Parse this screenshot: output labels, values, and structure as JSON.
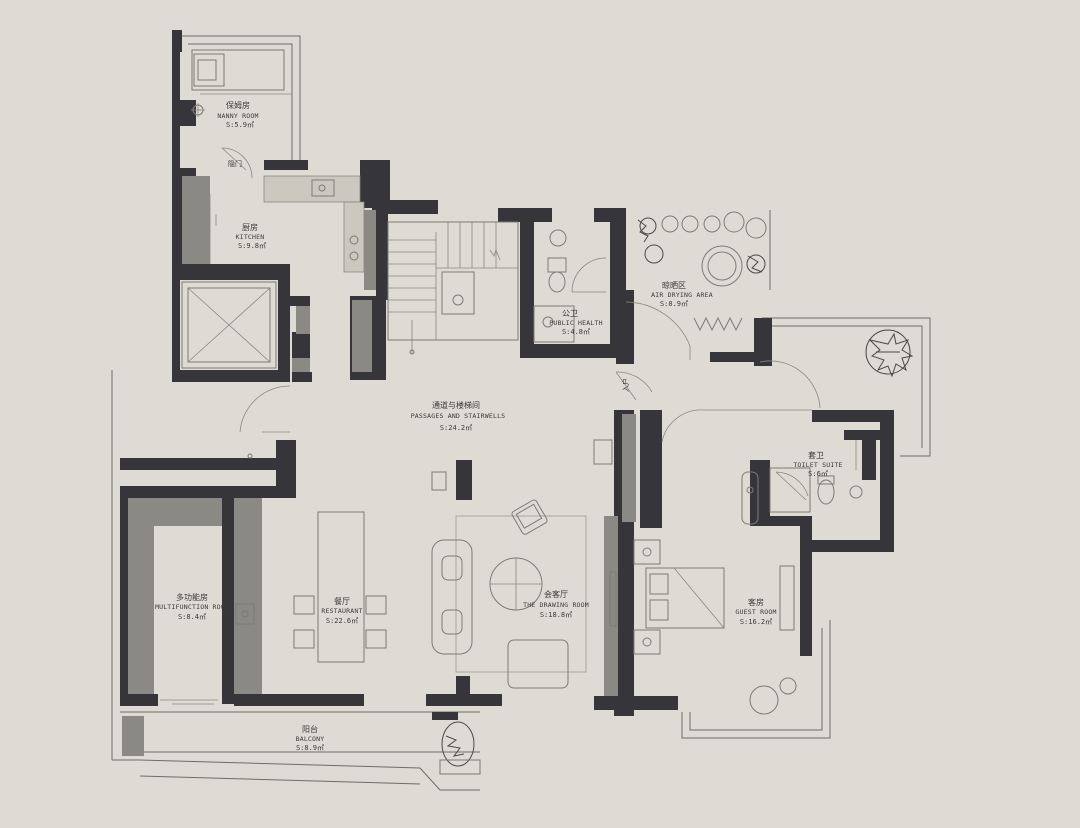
{
  "rooms": {
    "nanny": {
      "cn": "保姆房",
      "en": "NANNY ROOM",
      "area": "S:5.9㎡"
    },
    "kitchen": {
      "cn": "厨房",
      "en": "KITCHEN",
      "area": "S:9.8㎡"
    },
    "hidden_door": {
      "cn": "隐门"
    },
    "public_health": {
      "cn": "公卫",
      "en": "PUBLIC HEALTH",
      "area": "S:4.8㎡"
    },
    "air_drying": {
      "cn": "晾晒区",
      "en": "AIR DRYING AREA",
      "area": "S:8.9㎡"
    },
    "passages": {
      "cn": "通道与楼梯间",
      "en": "PASSAGES AND STAIRWELLS",
      "area": "S:24.2㎡"
    },
    "entry": {
      "cn": "入户"
    },
    "toilet_suite": {
      "cn": "套卫",
      "en": "TOILET SUITE",
      "area": "S:6㎡"
    },
    "multifunction": {
      "cn": "多功能房",
      "en": "MULTIFUNCTION ROOM",
      "area": "S:8.4㎡"
    },
    "restaurant": {
      "cn": "餐厅",
      "en": "RESTAURANT",
      "area": "S:22.6㎡"
    },
    "drawing": {
      "cn": "会客厅",
      "en": "THE DRAWING ROOM",
      "area": "S:18.8㎡"
    },
    "guest": {
      "cn": "客房",
      "en": "GUEST ROOM",
      "area": "S:16.2㎡"
    },
    "balcony": {
      "cn": "阳台",
      "en": "BALCONY",
      "area": "S:8.9㎡"
    }
  },
  "colors": {
    "background": "#dedbd4",
    "wall": "#36353a",
    "line": "#6f6d68"
  }
}
